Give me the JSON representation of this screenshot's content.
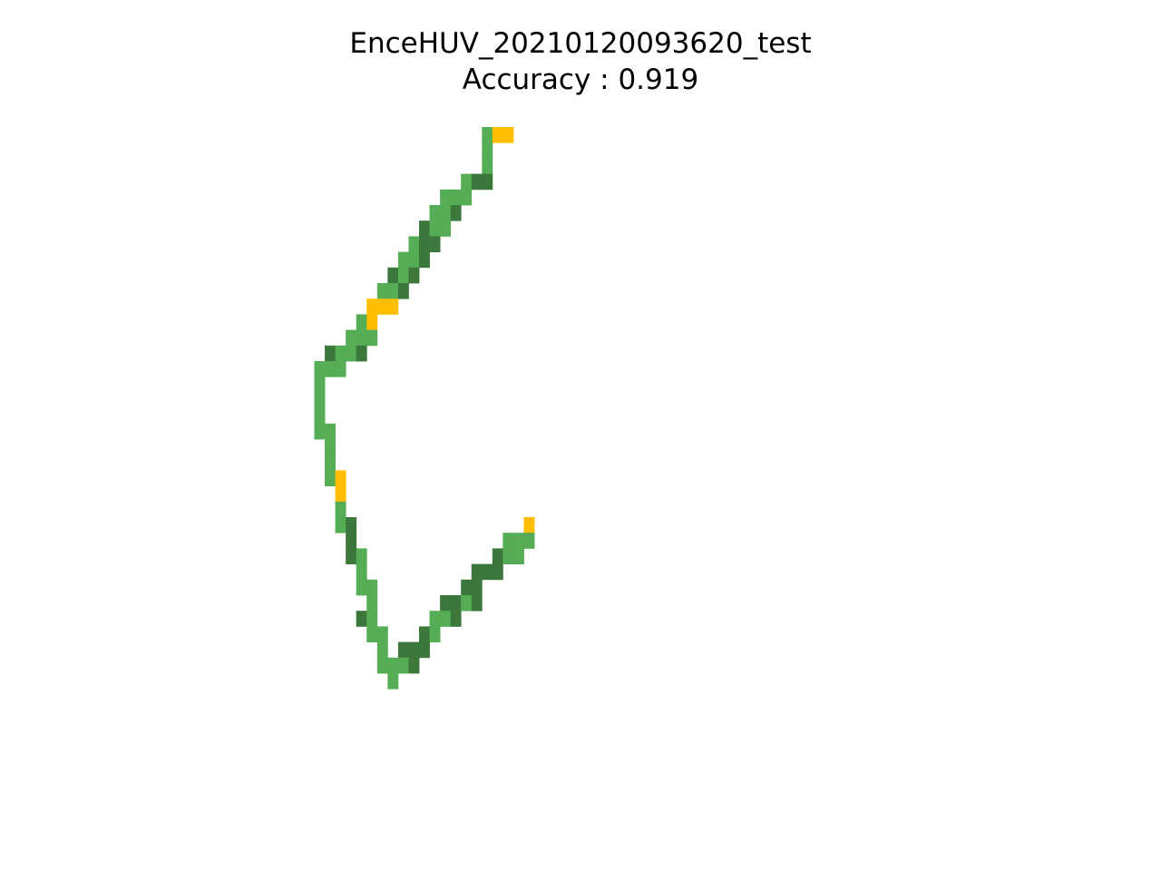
{
  "chart_data": {
    "type": "heatmap",
    "title_line1": "EnceHUV_20210120093620_test",
    "title_line2": "Accuracy : 0.919",
    "axes": "off",
    "grid": false,
    "colors": {
      "light_green": "#55ad55",
      "dark_green": "#3c773c",
      "yellow": "#ffbf00"
    },
    "cells": [
      {
        "col": 29,
        "row": 0,
        "cat": "light_green"
      },
      {
        "col": 30,
        "row": 0,
        "cat": "yellow"
      },
      {
        "col": 31,
        "row": 0,
        "cat": "yellow"
      },
      {
        "col": 29,
        "row": 1,
        "cat": "light_green"
      },
      {
        "col": 29,
        "row": 2,
        "cat": "light_green"
      },
      {
        "col": 27,
        "row": 3,
        "cat": "light_green"
      },
      {
        "col": 28,
        "row": 3,
        "cat": "dark_green"
      },
      {
        "col": 29,
        "row": 3,
        "cat": "dark_green"
      },
      {
        "col": 25,
        "row": 4,
        "cat": "light_green"
      },
      {
        "col": 26,
        "row": 4,
        "cat": "light_green"
      },
      {
        "col": 27,
        "row": 4,
        "cat": "light_green"
      },
      {
        "col": 24,
        "row": 5,
        "cat": "light_green"
      },
      {
        "col": 25,
        "row": 5,
        "cat": "light_green"
      },
      {
        "col": 26,
        "row": 5,
        "cat": "dark_green"
      },
      {
        "col": 23,
        "row": 6,
        "cat": "dark_green"
      },
      {
        "col": 24,
        "row": 6,
        "cat": "light_green"
      },
      {
        "col": 25,
        "row": 6,
        "cat": "light_green"
      },
      {
        "col": 22,
        "row": 7,
        "cat": "light_green"
      },
      {
        "col": 23,
        "row": 7,
        "cat": "dark_green"
      },
      {
        "col": 24,
        "row": 7,
        "cat": "dark_green"
      },
      {
        "col": 21,
        "row": 8,
        "cat": "light_green"
      },
      {
        "col": 22,
        "row": 8,
        "cat": "light_green"
      },
      {
        "col": 23,
        "row": 8,
        "cat": "dark_green"
      },
      {
        "col": 20,
        "row": 9,
        "cat": "dark_green"
      },
      {
        "col": 21,
        "row": 9,
        "cat": "light_green"
      },
      {
        "col": 22,
        "row": 9,
        "cat": "dark_green"
      },
      {
        "col": 19,
        "row": 10,
        "cat": "light_green"
      },
      {
        "col": 20,
        "row": 10,
        "cat": "light_green"
      },
      {
        "col": 21,
        "row": 10,
        "cat": "dark_green"
      },
      {
        "col": 18,
        "row": 11,
        "cat": "yellow"
      },
      {
        "col": 19,
        "row": 11,
        "cat": "yellow"
      },
      {
        "col": 20,
        "row": 11,
        "cat": "yellow"
      },
      {
        "col": 17,
        "row": 12,
        "cat": "light_green"
      },
      {
        "col": 18,
        "row": 12,
        "cat": "yellow"
      },
      {
        "col": 16,
        "row": 13,
        "cat": "light_green"
      },
      {
        "col": 17,
        "row": 13,
        "cat": "light_green"
      },
      {
        "col": 18,
        "row": 13,
        "cat": "light_green"
      },
      {
        "col": 14,
        "row": 14,
        "cat": "dark_green"
      },
      {
        "col": 15,
        "row": 14,
        "cat": "light_green"
      },
      {
        "col": 16,
        "row": 14,
        "cat": "light_green"
      },
      {
        "col": 17,
        "row": 14,
        "cat": "dark_green"
      },
      {
        "col": 13,
        "row": 15,
        "cat": "light_green"
      },
      {
        "col": 14,
        "row": 15,
        "cat": "light_green"
      },
      {
        "col": 15,
        "row": 15,
        "cat": "light_green"
      },
      {
        "col": 13,
        "row": 16,
        "cat": "light_green"
      },
      {
        "col": 13,
        "row": 17,
        "cat": "light_green"
      },
      {
        "col": 13,
        "row": 18,
        "cat": "light_green"
      },
      {
        "col": 13,
        "row": 19,
        "cat": "light_green"
      },
      {
        "col": 14,
        "row": 19,
        "cat": "light_green"
      },
      {
        "col": 14,
        "row": 20,
        "cat": "light_green"
      },
      {
        "col": 14,
        "row": 21,
        "cat": "light_green"
      },
      {
        "col": 14,
        "row": 22,
        "cat": "light_green"
      },
      {
        "col": 15,
        "row": 22,
        "cat": "yellow"
      },
      {
        "col": 15,
        "row": 23,
        "cat": "yellow"
      },
      {
        "col": 15,
        "row": 24,
        "cat": "light_green"
      },
      {
        "col": 15,
        "row": 25,
        "cat": "light_green"
      },
      {
        "col": 16,
        "row": 25,
        "cat": "dark_green"
      },
      {
        "col": 33,
        "row": 25,
        "cat": "yellow"
      },
      {
        "col": 16,
        "row": 26,
        "cat": "dark_green"
      },
      {
        "col": 31,
        "row": 26,
        "cat": "light_green"
      },
      {
        "col": 32,
        "row": 26,
        "cat": "light_green"
      },
      {
        "col": 33,
        "row": 26,
        "cat": "light_green"
      },
      {
        "col": 16,
        "row": 27,
        "cat": "dark_green"
      },
      {
        "col": 17,
        "row": 27,
        "cat": "light_green"
      },
      {
        "col": 30,
        "row": 27,
        "cat": "dark_green"
      },
      {
        "col": 31,
        "row": 27,
        "cat": "light_green"
      },
      {
        "col": 32,
        "row": 27,
        "cat": "light_green"
      },
      {
        "col": 17,
        "row": 28,
        "cat": "light_green"
      },
      {
        "col": 28,
        "row": 28,
        "cat": "dark_green"
      },
      {
        "col": 29,
        "row": 28,
        "cat": "dark_green"
      },
      {
        "col": 30,
        "row": 28,
        "cat": "dark_green"
      },
      {
        "col": 17,
        "row": 29,
        "cat": "light_green"
      },
      {
        "col": 18,
        "row": 29,
        "cat": "light_green"
      },
      {
        "col": 27,
        "row": 29,
        "cat": "dark_green"
      },
      {
        "col": 28,
        "row": 29,
        "cat": "dark_green"
      },
      {
        "col": 18,
        "row": 30,
        "cat": "light_green"
      },
      {
        "col": 25,
        "row": 30,
        "cat": "dark_green"
      },
      {
        "col": 26,
        "row": 30,
        "cat": "dark_green"
      },
      {
        "col": 27,
        "row": 30,
        "cat": "light_green"
      },
      {
        "col": 28,
        "row": 30,
        "cat": "dark_green"
      },
      {
        "col": 17,
        "row": 31,
        "cat": "dark_green"
      },
      {
        "col": 18,
        "row": 31,
        "cat": "light_green"
      },
      {
        "col": 24,
        "row": 31,
        "cat": "light_green"
      },
      {
        "col": 25,
        "row": 31,
        "cat": "light_green"
      },
      {
        "col": 26,
        "row": 31,
        "cat": "dark_green"
      },
      {
        "col": 18,
        "row": 32,
        "cat": "light_green"
      },
      {
        "col": 19,
        "row": 32,
        "cat": "light_green"
      },
      {
        "col": 23,
        "row": 32,
        "cat": "dark_green"
      },
      {
        "col": 24,
        "row": 32,
        "cat": "light_green"
      },
      {
        "col": 19,
        "row": 33,
        "cat": "light_green"
      },
      {
        "col": 21,
        "row": 33,
        "cat": "dark_green"
      },
      {
        "col": 22,
        "row": 33,
        "cat": "dark_green"
      },
      {
        "col": 23,
        "row": 33,
        "cat": "dark_green"
      },
      {
        "col": 19,
        "row": 34,
        "cat": "light_green"
      },
      {
        "col": 20,
        "row": 34,
        "cat": "light_green"
      },
      {
        "col": 21,
        "row": 34,
        "cat": "light_green"
      },
      {
        "col": 22,
        "row": 34,
        "cat": "dark_green"
      },
      {
        "col": 20,
        "row": 35,
        "cat": "light_green"
      }
    ]
  }
}
